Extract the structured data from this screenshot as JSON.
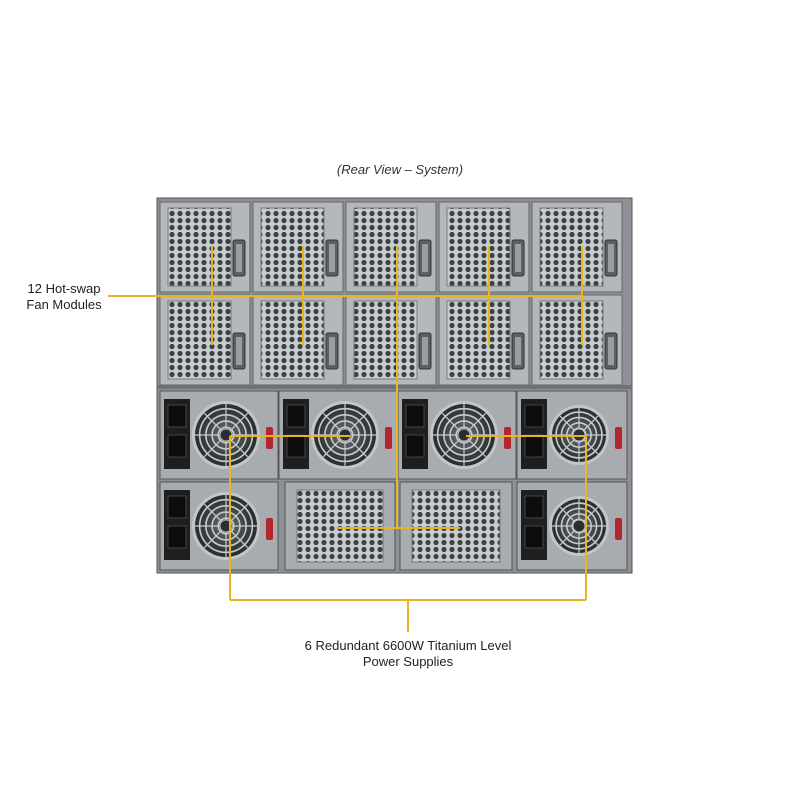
{
  "caption": "(Rear View – System)",
  "callouts": {
    "fans": {
      "line1": "12 Hot-swap",
      "line2": "Fan Modules"
    },
    "psu": {
      "line1": "6 Redundant 6600W Titanium Level",
      "line2": "Power Supplies"
    }
  },
  "colors": {
    "leader": "#e8b520",
    "chassis": "#8d9196",
    "fan_grille": "#5a5d61"
  }
}
